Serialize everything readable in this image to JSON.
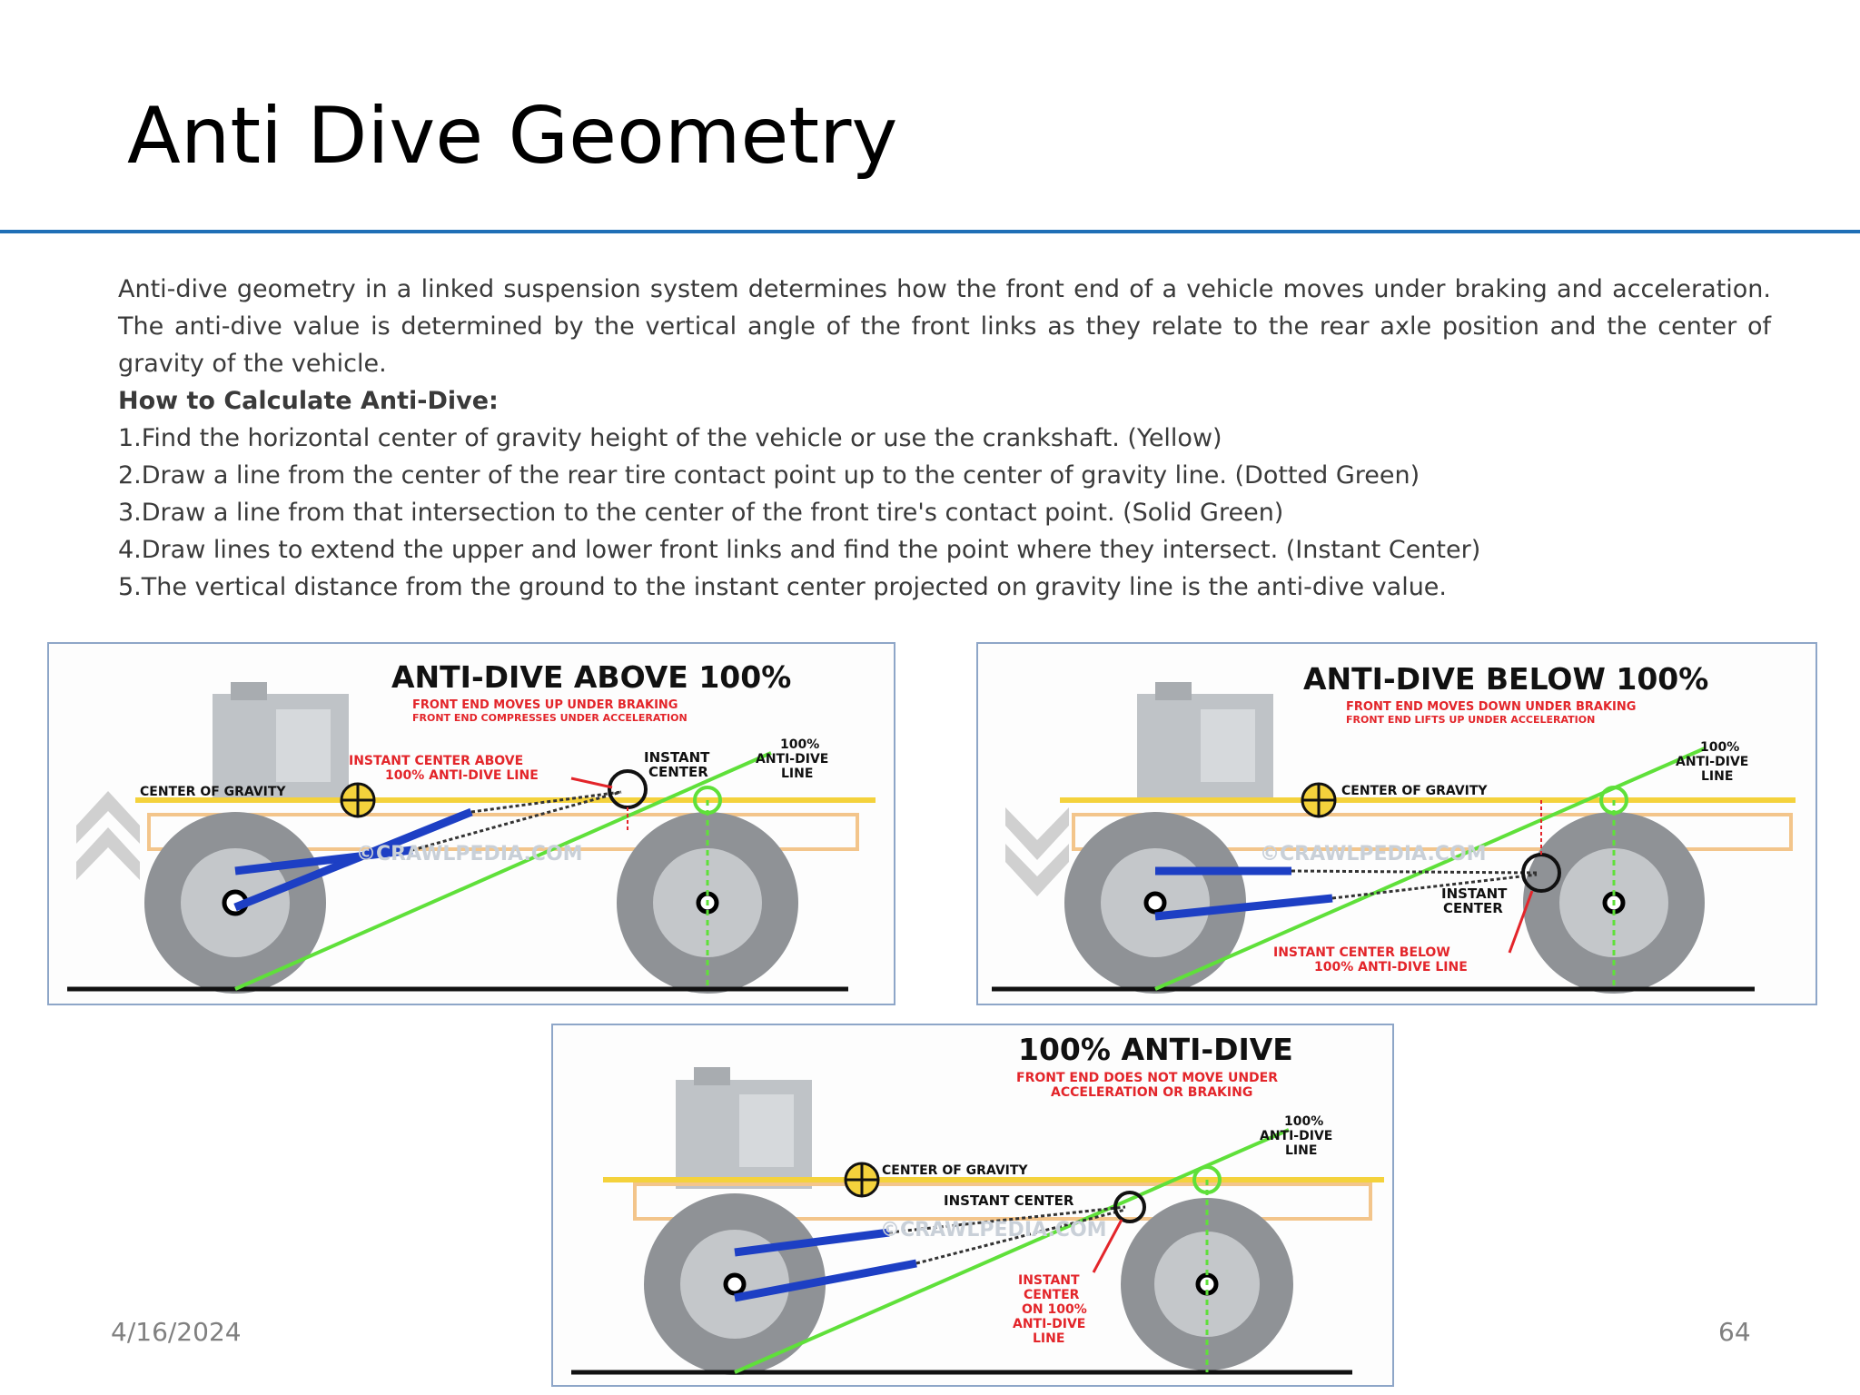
{
  "slide": {
    "title": "Anti Dive Geometry",
    "date": "4/16/2024",
    "page_number": "64"
  },
  "body": {
    "intro": "Anti-dive geometry in a linked suspension system determines how the front end of a vehicle moves under braking and acceleration. The anti-dive value is determined by the vertical angle of the front links as they relate to the rear axle position and the center of gravity of the vehicle.",
    "heading": "How to Calculate Anti-Dive:",
    "steps": [
      "1.Find the horizontal center of gravity height of the vehicle or use the crankshaft. (Yellow)",
      "2.Draw a line from the center of the rear tire contact point up to the center of gravity line. (Dotted Green)",
      "3.Draw a line from that intersection to the center of the front tire's contact point. (Solid Green)",
      "4.Draw lines to extend the upper and lower front links and find the point where they intersect. (Instant Center)",
      "5.The vertical distance from the ground to the instant center projected on gravity line is the anti-dive value."
    ]
  },
  "diagrams": {
    "above": {
      "title": "ANTI-DIVE ABOVE 100%",
      "sub1": "FRONT END MOVES UP UNDER BRAKING",
      "sub2": "FRONT END COMPRESSES UNDER ACCELERATION",
      "ic_note_1": "INSTANT CENTER ABOVE",
      "ic_note_2": "100% ANTI-DIVE LINE",
      "ic_1": "INSTANT",
      "ic_2": "CENTER",
      "line_1": "100%",
      "line_2": "ANTI-DIVE",
      "line_3": "LINE",
      "cog": "CENTER OF GRAVITY",
      "watermark": "©CRAWLPEDIA.COM"
    },
    "below": {
      "title": "ANTI-DIVE BELOW 100%",
      "sub1": "FRONT END MOVES DOWN UNDER BRAKING",
      "sub2": "FRONT END LIFTS UP UNDER ACCELERATION",
      "line_1": "100%",
      "line_2": "ANTI-DIVE",
      "line_3": "LINE",
      "cog": "CENTER OF GRAVITY",
      "ic_1": "INSTANT",
      "ic_2": "CENTER",
      "ic_note_1": "INSTANT CENTER BELOW",
      "ic_note_2": "100% ANTI-DIVE LINE",
      "watermark": "©CRAWLPEDIA.COM"
    },
    "exact": {
      "title": "100% ANTI-DIVE",
      "sub1": "FRONT END DOES NOT MOVE UNDER",
      "sub2": "ACCELERATION OR BRAKING",
      "line_1": "100%",
      "line_2": "ANTI-DIVE",
      "line_3": "LINE",
      "cog": "CENTER OF GRAVITY",
      "ic": "INSTANT CENTER",
      "ic_note_1": "INSTANT",
      "ic_note_2": "CENTER",
      "ic_note_3": "ON 100%",
      "ic_note_4": "ANTI-DIVE",
      "ic_note_5": "LINE",
      "watermark": "©CRAWLPEDIA.COM"
    }
  },
  "colors": {
    "rule": "#1f6fb6",
    "gravity_line": "#f4d23c",
    "anti_dive_line": "#5fe03a",
    "links": "#1d3fc4",
    "callout": "#e3252a"
  }
}
